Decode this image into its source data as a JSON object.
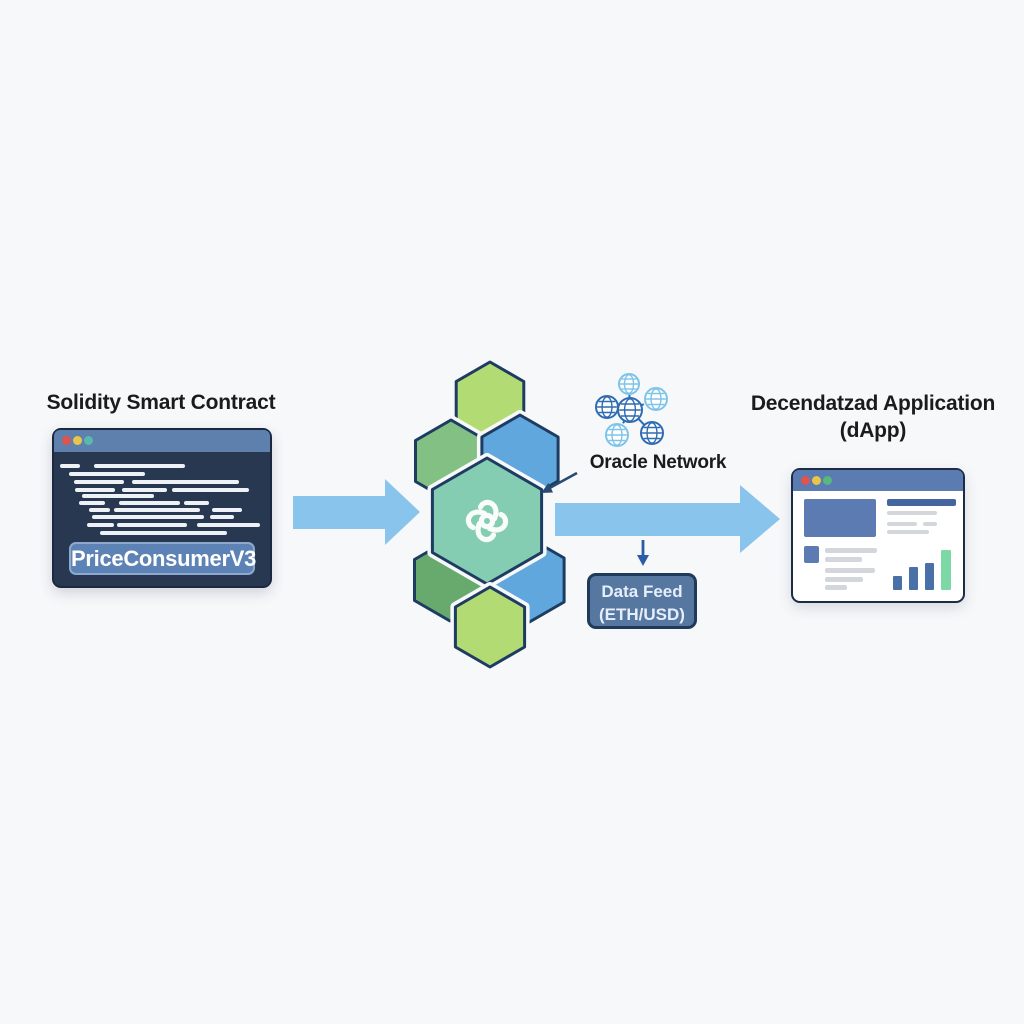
{
  "colors": {
    "background": "#f7f8fa",
    "arrow": "#88c4ec",
    "navy_border": "#1e3c62",
    "hex_lime": "#b2dc73",
    "hex_green": "#82c183",
    "hex_green_dark": "#68aa6e",
    "hex_blue": "#5fa7dd",
    "hex_teal": "#84ccb2",
    "window_titlebar": "#5d80ac",
    "code_body": "#283850",
    "dot_red": "#e0534e",
    "dot_yellow": "#e9c64a",
    "dot_teal": "#59b9b2",
    "dot_green": "#57b87f",
    "badge_bg": "#56779f",
    "badge_border": "#203a5c",
    "thin_arrow_navy": "#2a4a73",
    "thin_arrow_blue": "#2b5ca6",
    "globe_dark": "#2e6cb2",
    "globe_light": "#7ec3ea"
  },
  "left": {
    "title": "Solidity Smart Contract",
    "contract_label": "PriceConsumerV3"
  },
  "center": {
    "oracle_label": "Oracle Network",
    "icons": {
      "center_hex": "chainlink-knot-icon",
      "oracle_network": "network-globes-icon"
    }
  },
  "feed_badge": {
    "line1": "Data Feed",
    "line2": "(ETH/USD)"
  },
  "right": {
    "title_line1": "Decendatzad Application",
    "title_line2": "(dApp)",
    "window": {
      "chart": {
        "type": "bar",
        "bars": [
          {
            "w": 9,
            "h": 14,
            "color": "#4a70a8"
          },
          {
            "w": 9,
            "h": 23,
            "color": "#4a70a8"
          },
          {
            "w": 9,
            "h": 27,
            "color": "#4a70a8"
          },
          {
            "w": 10,
            "h": 40,
            "color": "#7cd9a6"
          }
        ]
      }
    }
  }
}
